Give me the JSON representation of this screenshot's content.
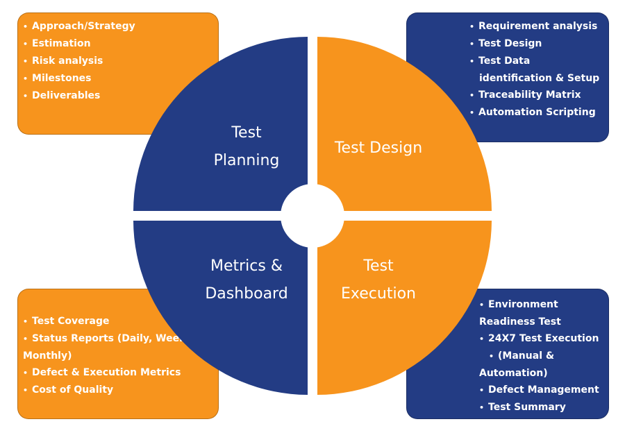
{
  "colors": {
    "orange": "#F7941D",
    "navy": "#233C84",
    "white": "#FFFFFF"
  },
  "quadrants": {
    "planning": {
      "line1": "Test",
      "line2": "Planning"
    },
    "design": {
      "line1": "Test Design"
    },
    "metrics": {
      "line1": "Metrics &",
      "line2": "Dashboard"
    },
    "execution": {
      "line1": "Test",
      "line2": "Execution"
    }
  },
  "boxes": {
    "planning_box": {
      "items": [
        "Approach/Strategy",
        "Estimation",
        "Risk analysis",
        "Milestones",
        "Deliverables"
      ]
    },
    "design_box": {
      "items": [
        "Requirement analysis",
        "Test Design",
        "Test Data identification & Setup",
        "Traceability Matrix",
        "Automation Scripting"
      ]
    },
    "metrics_box": {
      "items": [
        "Test Coverage",
        "Status Reports (Daily, Weekly, Monthly)",
        "Defect & Execution Metrics",
        "Cost of Quality"
      ]
    },
    "execution_box": {
      "lines": [
        "Environment",
        "Readiness Test",
        "24X7 Test Execution",
        "(Manual &",
        "Automation)",
        "Defect Management",
        "Test Summary Report"
      ]
    }
  },
  "bullet": "•"
}
